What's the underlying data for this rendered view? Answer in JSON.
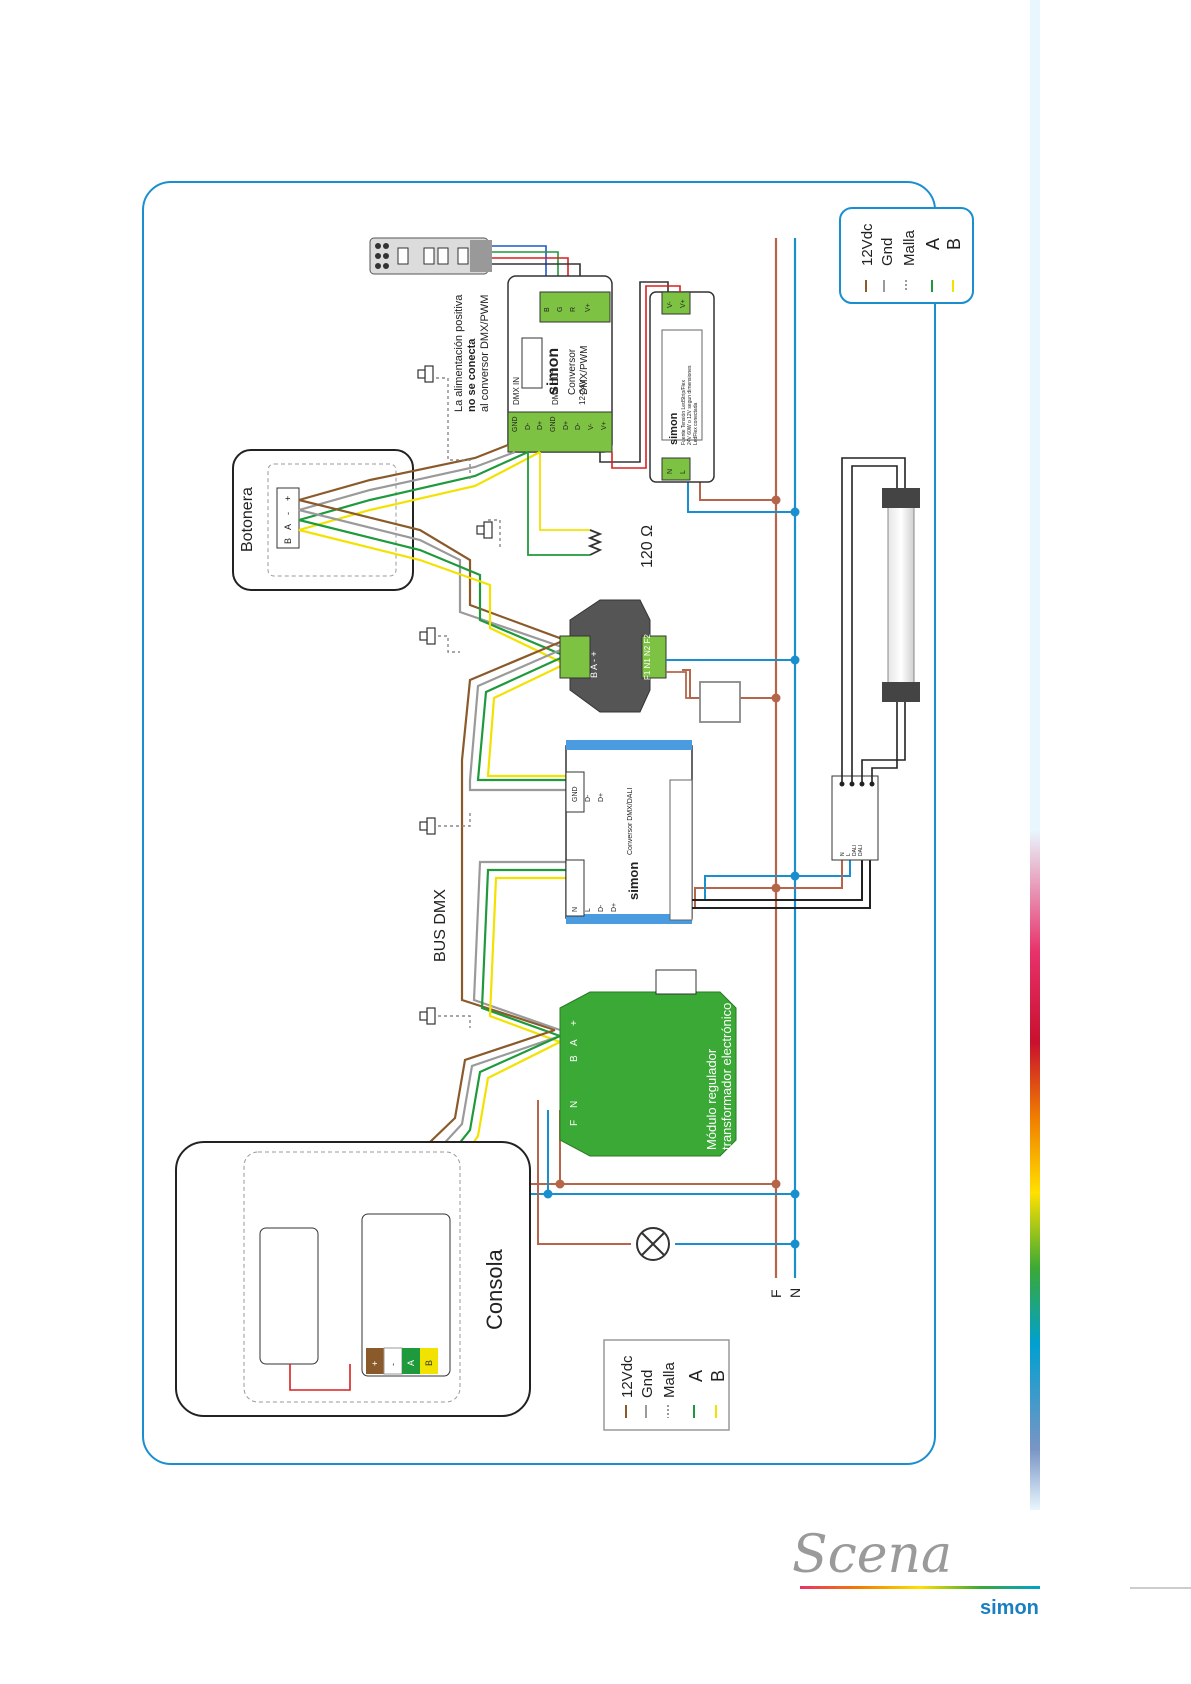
{
  "diagram": {
    "bus_label": "BUS DMX",
    "phase_label": "F",
    "neutral_label": "N",
    "resistor_label": "120 Ω",
    "note": {
      "line1": "La alimentación positiva",
      "line2": "no se conecta",
      "line3": "al conversor DMX/PWM"
    }
  },
  "legend": {
    "items": [
      {
        "label": "12Vdc",
        "color": "#8a5a2b",
        "style": "solid"
      },
      {
        "label": "Gnd",
        "color": "#9a9a9a",
        "style": "double"
      },
      {
        "label": "Malla",
        "color": "#9a9a9a",
        "style": "dotted"
      },
      {
        "label": "A",
        "color": "#1e9a3c",
        "style": "solid"
      },
      {
        "label": "B",
        "color": "#f2e200",
        "style": "solid"
      }
    ]
  },
  "devices": {
    "botonera": {
      "title": "Botonera",
      "terminals": [
        "B",
        "A",
        "-",
        "+"
      ]
    },
    "consola": {
      "title": "Consola",
      "terminals": [
        "+",
        "-",
        "A",
        "B"
      ]
    },
    "dmx_pwm": {
      "brand": "simon",
      "title1": "Conversor",
      "title2": "DMX/PWM",
      "in_label": "DMX IN",
      "out_label": "DMX OUT",
      "power_label": "12-24V",
      "in_terminals": [
        "GND",
        "D-",
        "D+"
      ],
      "out_terminals": [
        "GND",
        "D+",
        "D-"
      ],
      "power_terminals": [
        "V-",
        "V+"
      ],
      "rgb_terminals": [
        "B",
        "G",
        "R",
        "V+"
      ]
    },
    "power_supply": {
      "brand": "simon",
      "line1": "Fuente Tensión LedStrip/Flex",
      "line2": "24V 60W o 12V segun dimensiones",
      "line3": "LedFlex conectada",
      "in_terminals": [
        "N",
        "L"
      ],
      "out_terminals": [
        "V-",
        "V+"
      ]
    },
    "dmx_module": {
      "terminals_left": "B A - +",
      "terminals_right": "F1 N1 N2 F2"
    },
    "dali": {
      "brand": "simon",
      "title": "Conversor DMX/DALI",
      "bottom_terminals": [
        "N",
        "L",
        "D-",
        "D+"
      ],
      "top_terminals": [
        "GND",
        "D-",
        "D+"
      ],
      "ballast_terminals": [
        "N",
        "L",
        "DALI",
        "DALI"
      ]
    },
    "regulator": {
      "title1": "Módulo regulador",
      "title2": "transformador electrónico",
      "terminals": [
        "B",
        "A",
        "+"
      ],
      "input_terminals": [
        "F",
        "N"
      ]
    }
  },
  "colors": {
    "frame": "#1a8fd0",
    "brown": "#8a5a2b",
    "green": "#1e9a3c",
    "yellow": "#f2e200",
    "grey": "#9a9a9a",
    "blue": "#1a8fd0",
    "brand_green": "#3aa935",
    "terminal_green": "#7dc242"
  },
  "footer": {
    "logo_script": "Scena",
    "logo_brand": "simon"
  }
}
